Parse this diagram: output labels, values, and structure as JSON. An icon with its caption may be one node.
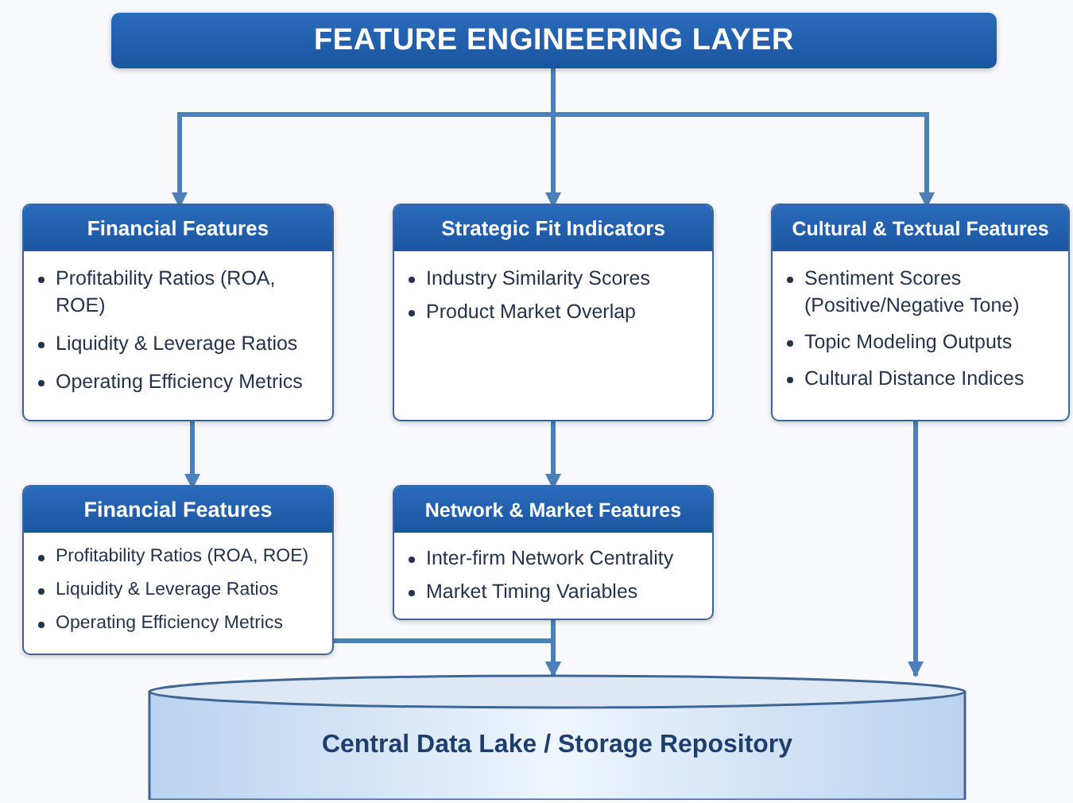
{
  "diagram": {
    "nodes": [
      {
        "text": [
          "FEATURE ENGINEERING LAYER"
        ]
      },
      {
        "text": [
          "Financial Features",
          "Profitability Ratios (ROA, ROE)",
          "Liquidity & Leverage Ratios",
          "Operating Efficiency Metrics"
        ]
      },
      {
        "text": [
          "Strategic Fit Indicators",
          "Industry Similarity Scores",
          "Product Market Overlap"
        ]
      },
      {
        "text": [
          "Cultural & Textual Features",
          "Sentiment Scores (Positive/Negative Tone)",
          "Topic Modeling Outputs",
          "Cultural Distance Indices"
        ]
      },
      {
        "text": [
          "Financial Features",
          "Profitability Ratios (ROA, ROE)",
          "Liquidity & Leverage Ratios",
          "Operating Efficiency Metrics"
        ]
      },
      {
        "text": [
          "Network & Market Features",
          "Inter-firm Network Centrality",
          "Market Timing Variables"
        ]
      },
      {
        "text": [
          "Central Data Lake / Storage Repository"
        ]
      }
    ],
    "edges": [
      {
        "from": 0,
        "to": 1,
        "arrow": "to"
      },
      {
        "from": 0,
        "to": 2,
        "arrow": "to"
      },
      {
        "from": 0,
        "to": 3,
        "arrow": "to"
      },
      {
        "from": 1,
        "to": 4,
        "arrow": "to"
      },
      {
        "from": 2,
        "to": 5,
        "arrow": "to"
      },
      {
        "from": 3,
        "to": 6,
        "arrow": "to"
      },
      {
        "from": 4,
        "to": 6,
        "arrow": "to"
      },
      {
        "from": 5,
        "to": 6,
        "arrow": "to"
      }
    ]
  }
}
